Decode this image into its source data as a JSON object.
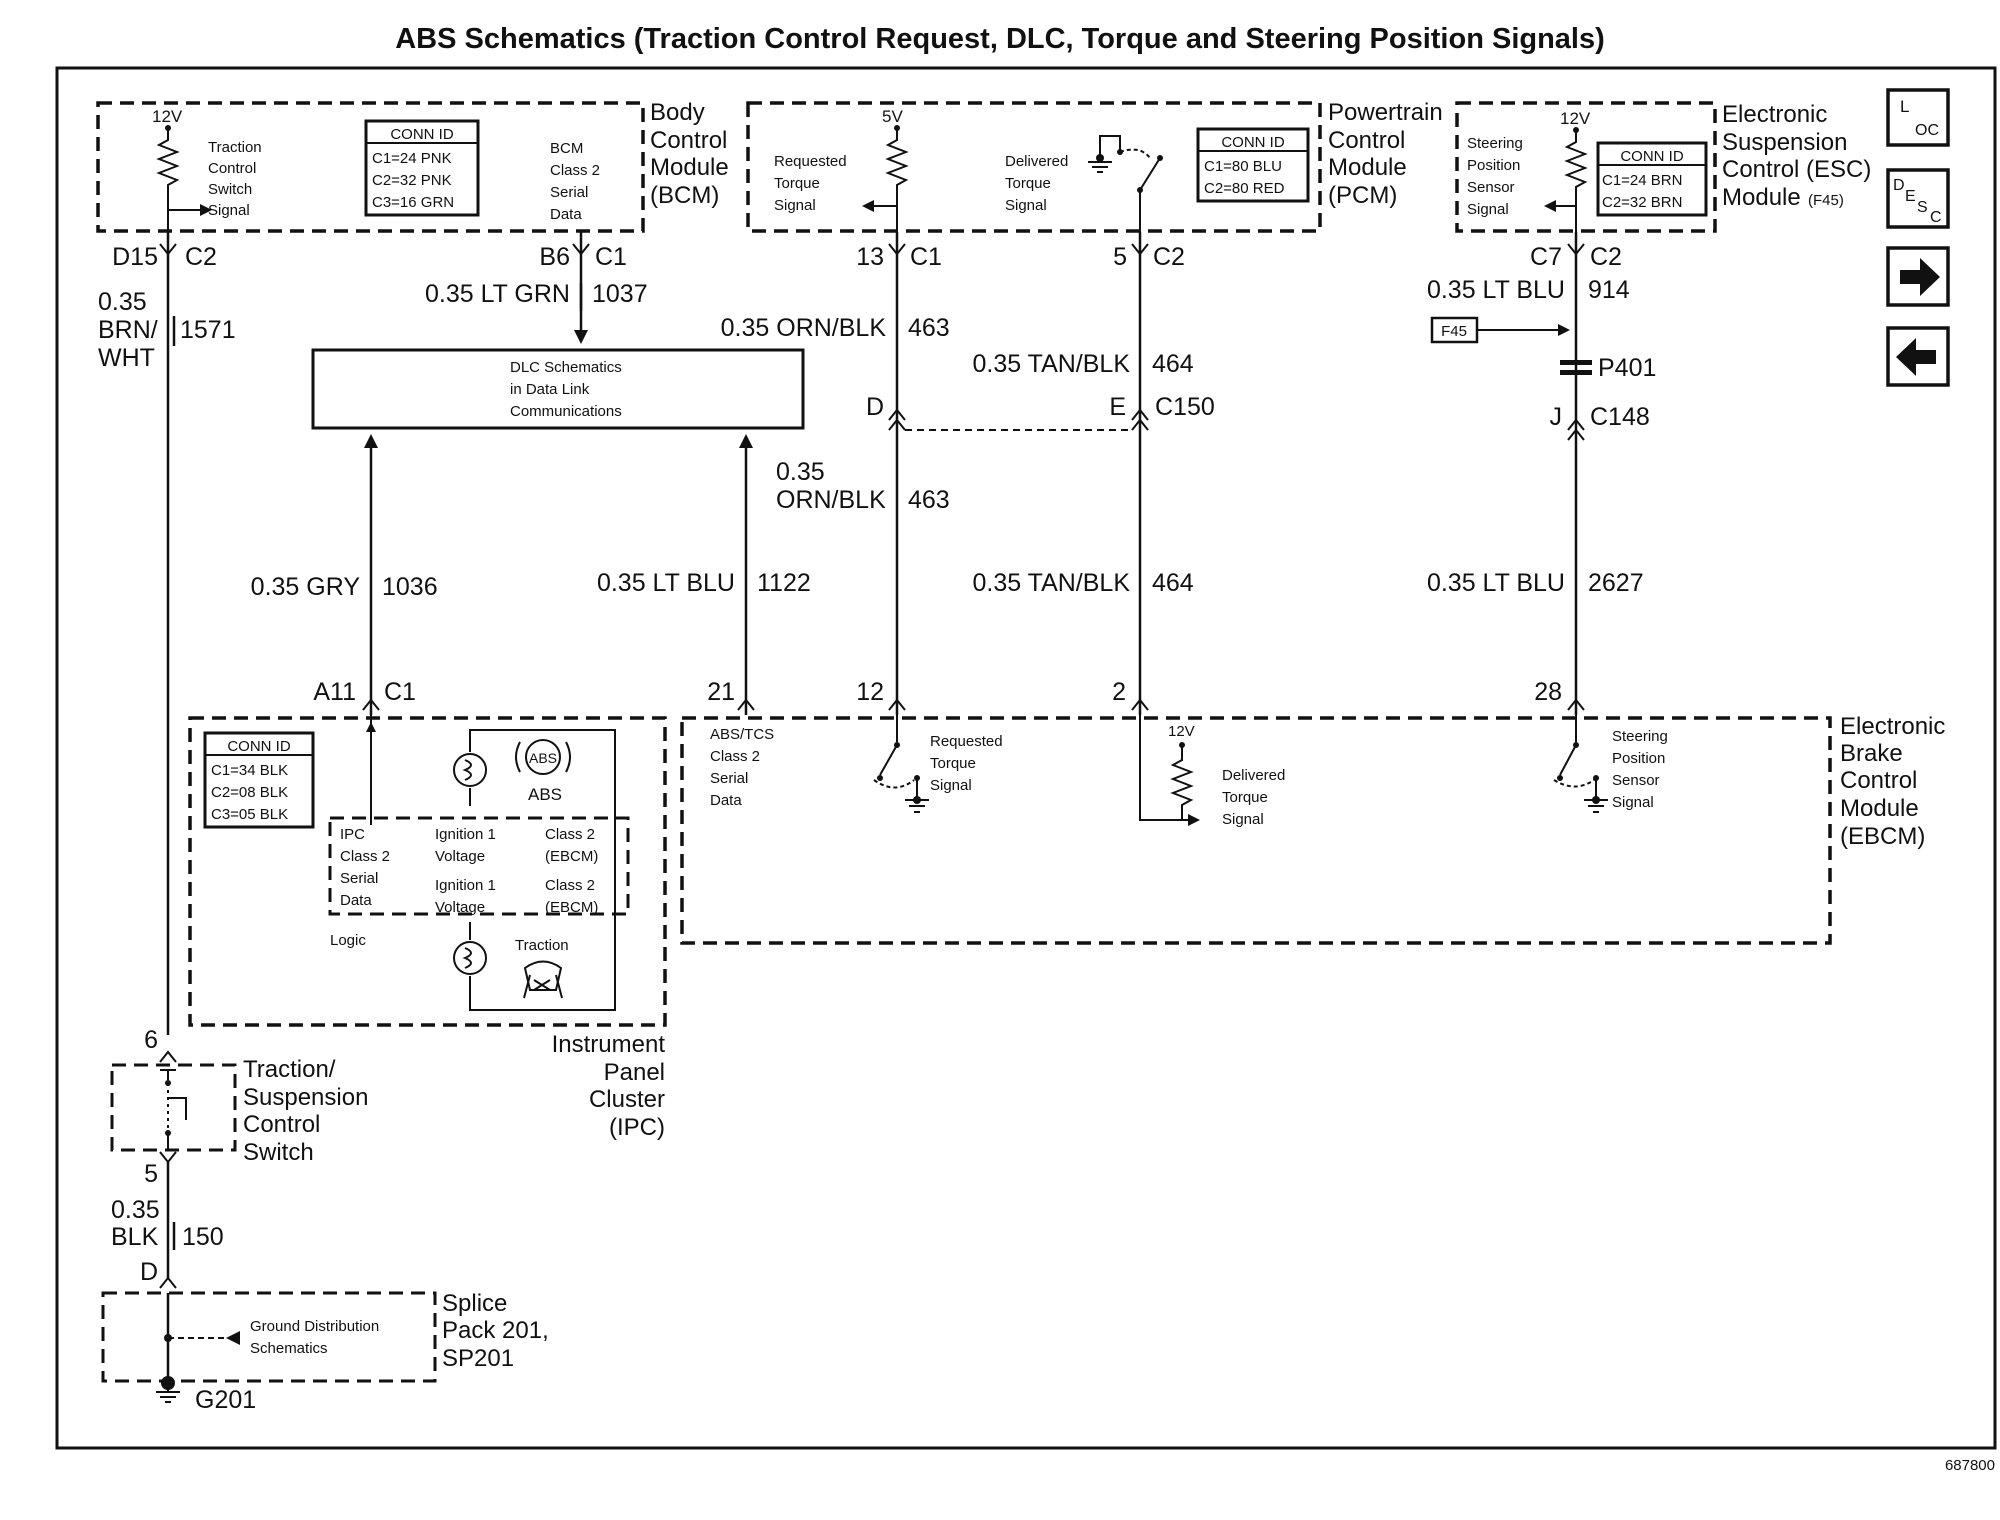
{
  "title": "ABS Schematics (Traction Control Request, DLC, Torque and Steering Position Signals)",
  "figure_id": "687800",
  "nav": {
    "loc_l": "L",
    "loc_oc": "OC",
    "desc_d": "D",
    "desc_e": "E",
    "desc_s": "S",
    "desc_c": "C"
  },
  "bcm": {
    "name": [
      "Body",
      "Control",
      "Module",
      "(BCM)"
    ],
    "voltage": "12V",
    "switch_label": [
      "Traction",
      "Control",
      "Switch",
      "Signal"
    ],
    "conn_title": "CONN ID",
    "conn": [
      "C1=24 PNK",
      "C2=32 PNK",
      "C3=16 GRN"
    ],
    "serial_label": [
      "BCM",
      "Class 2",
      "Serial",
      "Data"
    ]
  },
  "pcm": {
    "name": [
      "Powertrain",
      "Control",
      "Module",
      "(PCM)"
    ],
    "voltage": "5V",
    "req_label": [
      "Requested",
      "Torque",
      "Signal"
    ],
    "del_label": [
      "Delivered",
      "Torque",
      "Signal"
    ],
    "conn_title": "CONN ID",
    "conn": [
      "C1=80 BLU",
      "C2=80 RED"
    ]
  },
  "esc": {
    "name": [
      "Electronic",
      "Suspension",
      "Control (ESC)",
      "Module"
    ],
    "name_ref": "(F45)",
    "voltage": "12V",
    "sensor_label": [
      "Steering",
      "Position",
      "Sensor",
      "Signal"
    ],
    "conn_title": "CONN ID",
    "conn": [
      "C1=24 BRN",
      "C2=32 BRN"
    ]
  },
  "dlc_box": [
    "DLC Schematics",
    "in Data Link",
    "Communications"
  ],
  "wires": {
    "w1571": {
      "pin": "D15",
      "conn": "C2",
      "gauge": "0.35",
      "color1": "BRN/",
      "color2": "WHT",
      "circuit": "1571"
    },
    "w1037": {
      "pin": "B6",
      "conn": "C1",
      "label": "0.35 LT GRN",
      "circuit": "1037"
    },
    "w463a": {
      "pin": "13",
      "conn": "C1",
      "label": "0.35 ORN/BLK",
      "circuit": "463"
    },
    "w464a": {
      "pin": "5",
      "conn": "C2",
      "label": "0.35 TAN/BLK",
      "circuit": "464"
    },
    "w914": {
      "pin": "C7",
      "conn": "C2",
      "label": "0.35 LT BLU",
      "circuit": "914"
    },
    "f45_ref": "F45",
    "p401": "P401",
    "c150": {
      "left_pin": "D",
      "right_pin": "E",
      "name": "C150"
    },
    "c148": {
      "pin": "J",
      "name": "C148"
    },
    "w463b": {
      "gauge": "0.35",
      "color": "ORN/BLK",
      "circuit": "463"
    },
    "w1036": {
      "label": "0.35 GRY",
      "circuit": "1036",
      "pin": "A11",
      "conn": "C1"
    },
    "w1122": {
      "label": "0.35 LT BLU",
      "circuit": "1122",
      "pin": "21"
    },
    "w464b": {
      "label": "0.35 TAN/BLK",
      "circuit": "464",
      "pin": "2"
    },
    "w2627": {
      "label": "0.35 LT BLU",
      "circuit": "2627",
      "pin": "28"
    },
    "w463_pin": "12",
    "w150": {
      "pin_top": "6",
      "pin_bottom": "5",
      "gauge": "0.35",
      "color": "BLK",
      "circuit": "150",
      "splice_pin": "D"
    }
  },
  "ipc": {
    "name": [
      "Instrument",
      "Panel",
      "Cluster",
      "(IPC)"
    ],
    "conn_title": "CONN ID",
    "conn": [
      "C1=34 BLK",
      "C2=08 BLK",
      "C3=05 BLK"
    ],
    "abs_icon": "ABS",
    "abs_label": "ABS",
    "logic_cols": [
      [
        "IPC",
        "Class 2",
        "Serial",
        "Data"
      ],
      [
        "Ignition 1",
        "Voltage",
        "Ignition 1",
        "Voltage"
      ],
      [
        "Class 2",
        "(EBCM)",
        "Class 2",
        "(EBCM)"
      ]
    ],
    "logic_label": "Logic",
    "traction_label": "Traction"
  },
  "ebcm": {
    "name": [
      "Electronic",
      "Brake",
      "Control",
      "Module",
      "(EBCM)"
    ],
    "serial_label": [
      "ABS/TCS",
      "Class 2",
      "Serial",
      "Data"
    ],
    "req_label": [
      "Requested",
      "Torque",
      "Signal"
    ],
    "voltage": "12V",
    "del_label": [
      "Delivered",
      "Torque",
      "Signal"
    ],
    "steer_label": [
      "Steering",
      "Position",
      "Sensor",
      "Signal"
    ]
  },
  "switch": {
    "name": [
      "Traction/",
      "Suspension",
      "Control",
      "Switch"
    ]
  },
  "splice": {
    "name": [
      "Splice",
      "Pack 201,",
      "SP201"
    ],
    "ground_ref": [
      "Ground Distribution",
      "Schematics"
    ],
    "ground": "G201"
  }
}
